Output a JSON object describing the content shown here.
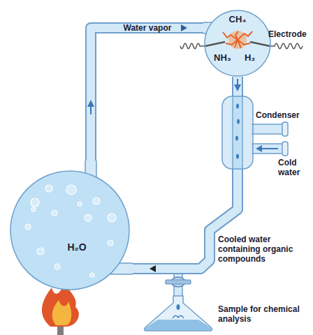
{
  "diagram": {
    "nodes": [
      {
        "text": [
          "CH₄",
          "NH₃",
          "H₂"
        ]
      },
      {
        "text": [
          "H₂O"
        ]
      }
    ],
    "edges": [
      {
        "from": 1,
        "to": 0,
        "arrow": "to",
        "label": "Water vapor"
      },
      {
        "from": 0,
        "to": 1,
        "arrow": "to"
      }
    ],
    "labels": [
      "Electrode",
      "Condenser",
      "Cold water",
      "Cooled water containing organic compounds",
      "Sample for chemical analysis"
    ]
  }
}
